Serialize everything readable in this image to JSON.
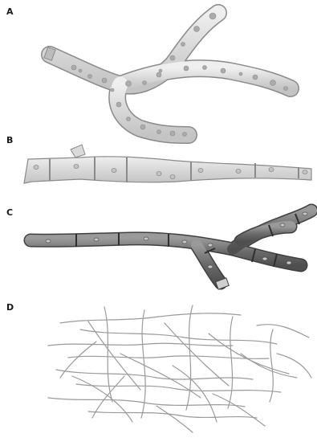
{
  "panels": [
    {
      "id": "a",
      "label": "A"
    },
    {
      "id": "b",
      "label": "B"
    },
    {
      "id": "c",
      "label": "C"
    },
    {
      "id": "d",
      "label": "D"
    }
  ],
  "colors": {
    "hypha_light_fill": "#dcdcdc",
    "hypha_light_stroke": "#8a8a8a",
    "hypha_dark_fill": "#6d6d6d",
    "hypha_dark_stroke": "#3f3f3f",
    "nucleus": "#a8a8a8",
    "filament": "#9a9a9a",
    "label": "#1a1a1a"
  }
}
